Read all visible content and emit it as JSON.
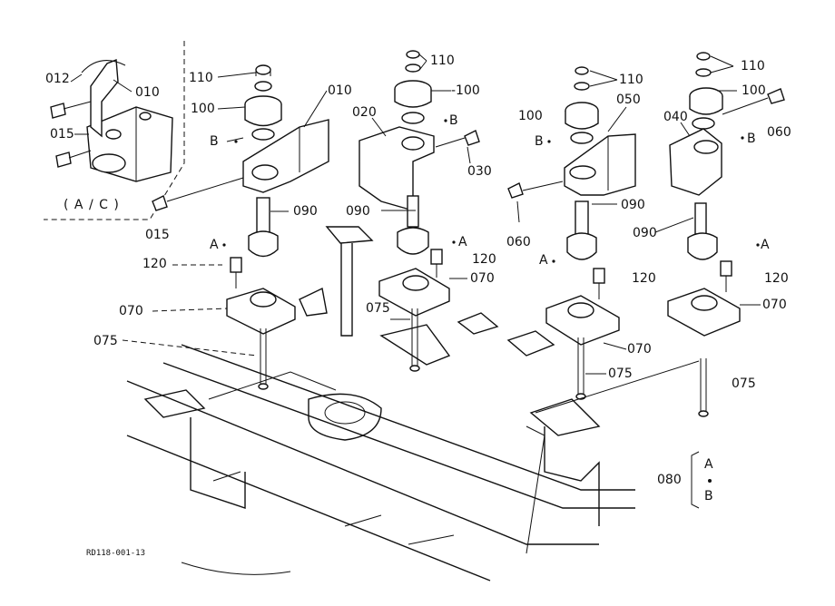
{
  "labels": {
    "inset_012": "012",
    "inset_010": "010",
    "inset_015": "015",
    "inset_caption": "( A / C )",
    "m1_110": "110",
    "m1_100": "100",
    "m1_b": "B",
    "m1_010": "010",
    "m1_015": "015",
    "m1_090": "090",
    "m1_a": "A",
    "m1_120": "120",
    "m1_070": "070",
    "m1_075": "075",
    "m2_110": "110",
    "m2_100": "-100",
    "m2_020": "020",
    "m2_b": "B",
    "m2_030": "030",
    "m2_090": "090",
    "m2_a": "A",
    "m2_120": "120",
    "m2_070": "070",
    "m2_075": "075",
    "m3_110": "110",
    "m3_050": "050",
    "m3_100": "100",
    "m3_b": "B",
    "m3_060": "060",
    "m3_090": "090",
    "m3_a": "A",
    "m3_120": "120",
    "m3_070": "070",
    "m3_075": "075",
    "m4_110": "110",
    "m4_100": "100",
    "m4_040": "040",
    "m4_b": "B",
    "m4_060": "060",
    "m4_090": "090",
    "m4_a": "A",
    "m4_120": "120",
    "m4_070": "070",
    "m4_075": "075",
    "legend_080": "080",
    "legend_a": "A",
    "legend_b": "B",
    "figure_code": "RD118-001-13"
  }
}
